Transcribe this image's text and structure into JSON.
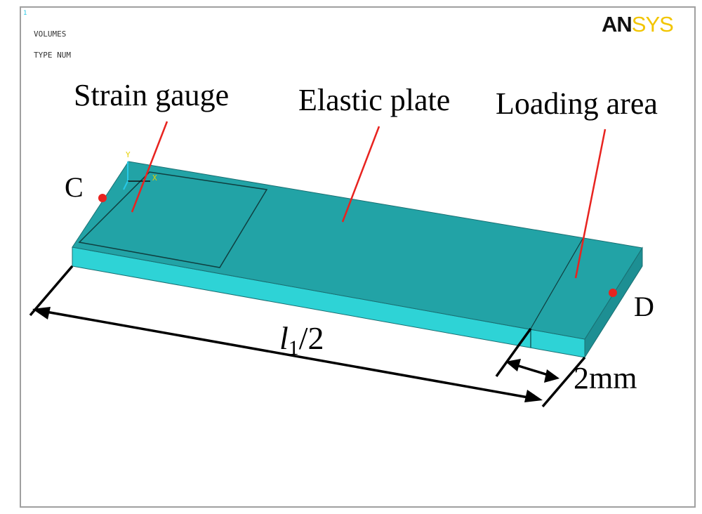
{
  "window_number": "1",
  "header_lines": [
    "VOLUMES",
    "TYPE NUM"
  ],
  "logo": {
    "part1": "AN",
    "part2": "SYS"
  },
  "axis_triad": {
    "y_label": "Y",
    "x_label": "X"
  },
  "labels": {
    "strain_gauge": "Strain gauge",
    "elastic_plate": "Elastic plate",
    "loading_area": "Loading area",
    "point_c": "C",
    "point_d": "D",
    "dim_length_var": "l",
    "dim_length_sub": "1",
    "dim_length_rest": "/2",
    "dim_width": "2mm"
  },
  "colors": {
    "plate_top": "#22a3a6",
    "plate_side": "#2ed3d6",
    "plate_end": "#1d8f93",
    "callout": "#e8231f",
    "marker": "#e8231f",
    "logo_dark": "#111111",
    "logo_accent": "#f2c500",
    "triad_cyan": "#27c9e6"
  }
}
